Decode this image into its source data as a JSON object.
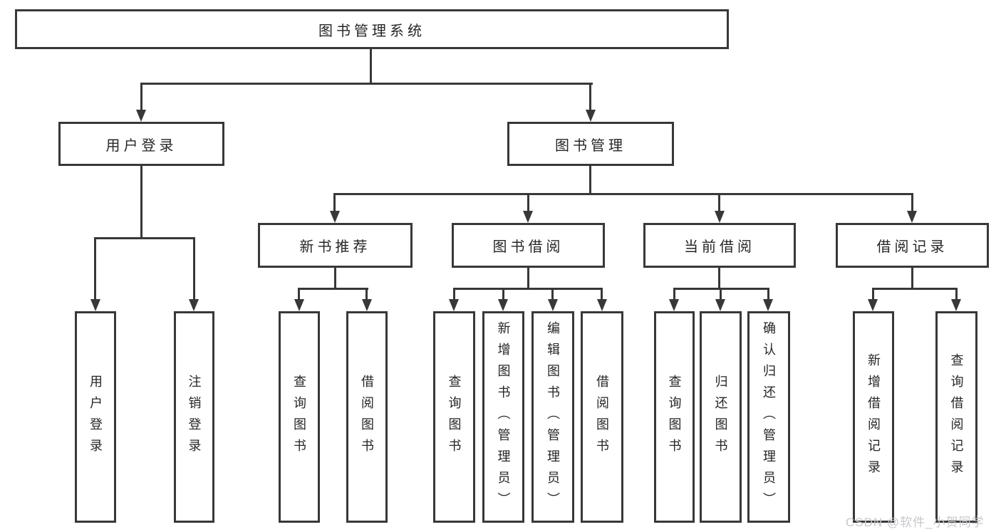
{
  "colors": {
    "line": "#383838",
    "box_border": "#383838",
    "text": "#262626",
    "watermark_text": "#c5c8cc",
    "background": "#ffffff"
  },
  "watermark": "CSDN @软件_小贺同学",
  "tree": {
    "label": "图书管理系统",
    "children": [
      {
        "label": "用户登录",
        "children": [
          {
            "label": "用户登录"
          },
          {
            "label": "注销登录"
          }
        ]
      },
      {
        "label": "图书管理",
        "children": [
          {
            "label": "新书推荐",
            "children": [
              {
                "label": "查询图书"
              },
              {
                "label": "借阅图书"
              }
            ]
          },
          {
            "label": "图书借阅",
            "children": [
              {
                "label": "查询图书"
              },
              {
                "label": "新增图书（管理员）"
              },
              {
                "label": "编辑图书（管理员）"
              },
              {
                "label": "借阅图书"
              }
            ]
          },
          {
            "label": "当前借阅",
            "children": [
              {
                "label": "查询图书"
              },
              {
                "label": "归还图书"
              },
              {
                "label": "确认归还（管理员）"
              }
            ]
          },
          {
            "label": "借阅记录",
            "children": [
              {
                "label": "新增借阅记录"
              },
              {
                "label": "查询借阅记录"
              }
            ]
          }
        ]
      }
    ]
  }
}
